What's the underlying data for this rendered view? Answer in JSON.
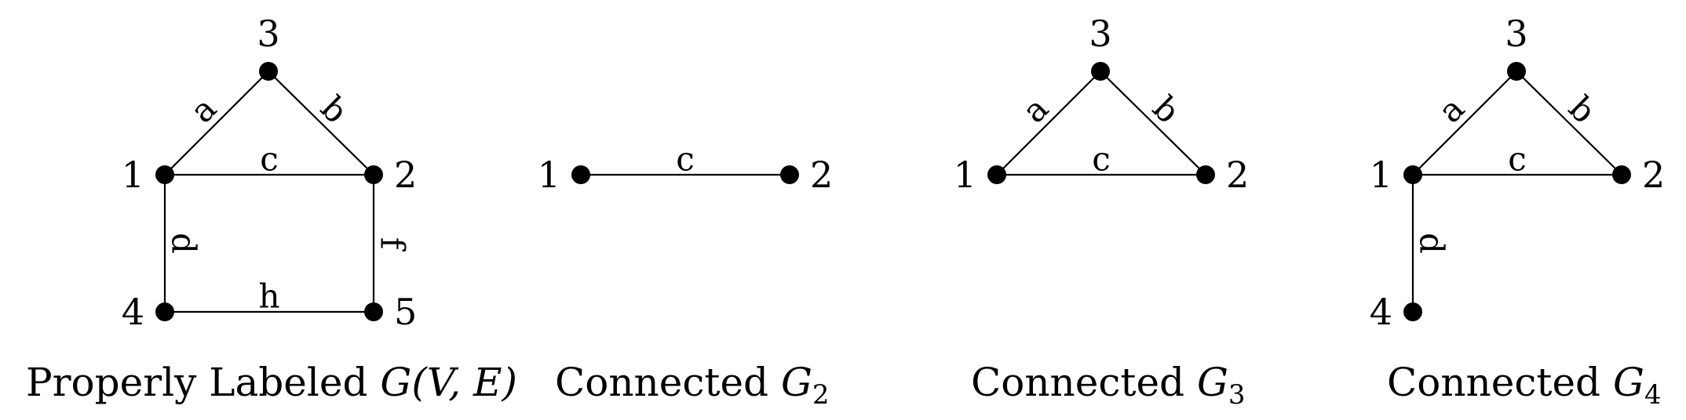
{
  "graphs": [
    {
      "id": "g",
      "caption": {
        "text": "Properly Labeled ",
        "math": "G",
        "math_suffix": "(V, E)",
        "subscript": ""
      },
      "nodes": [
        {
          "label": "1"
        },
        {
          "label": "2"
        },
        {
          "label": "3"
        },
        {
          "label": "4"
        },
        {
          "label": "5"
        }
      ],
      "edges": [
        {
          "from": "1",
          "to": "3",
          "label": "a"
        },
        {
          "from": "3",
          "to": "2",
          "label": "b"
        },
        {
          "from": "1",
          "to": "2",
          "label": "c"
        },
        {
          "from": "1",
          "to": "4",
          "label": "d"
        },
        {
          "from": "2",
          "to": "5",
          "label": "f"
        },
        {
          "from": "4",
          "to": "5",
          "label": "h"
        }
      ]
    },
    {
      "id": "g2",
      "caption": {
        "text": "Connected ",
        "math": "G",
        "math_suffix": "",
        "subscript": "2"
      },
      "nodes": [
        {
          "label": "1"
        },
        {
          "label": "2"
        }
      ],
      "edges": [
        {
          "from": "1",
          "to": "2",
          "label": "c"
        }
      ]
    },
    {
      "id": "g3",
      "caption": {
        "text": "Connected ",
        "math": "G",
        "math_suffix": "",
        "subscript": "3"
      },
      "nodes": [
        {
          "label": "1"
        },
        {
          "label": "2"
        },
        {
          "label": "3"
        }
      ],
      "edges": [
        {
          "from": "1",
          "to": "3",
          "label": "a"
        },
        {
          "from": "3",
          "to": "2",
          "label": "b"
        },
        {
          "from": "1",
          "to": "2",
          "label": "c"
        }
      ]
    },
    {
      "id": "g4",
      "caption": {
        "text": "Connected ",
        "math": "G",
        "math_suffix": "",
        "subscript": "4"
      },
      "nodes": [
        {
          "label": "1"
        },
        {
          "label": "2"
        },
        {
          "label": "3"
        },
        {
          "label": "4"
        }
      ],
      "edges": [
        {
          "from": "1",
          "to": "3",
          "label": "a"
        },
        {
          "from": "3",
          "to": "2",
          "label": "b"
        },
        {
          "from": "1",
          "to": "2",
          "label": "c"
        },
        {
          "from": "1",
          "to": "4",
          "label": "d"
        }
      ]
    }
  ]
}
